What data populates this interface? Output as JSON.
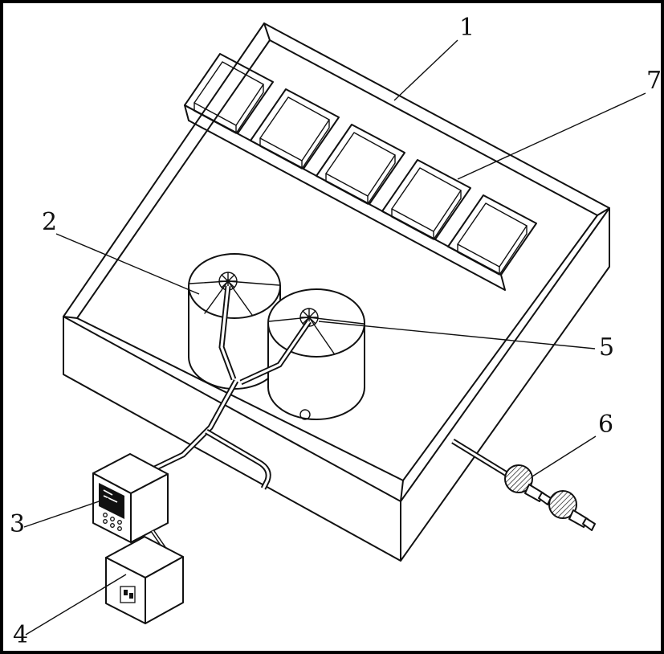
{
  "figure": {
    "callouts": {
      "c1": "1",
      "c2": "2",
      "c3": "3",
      "c4": "4",
      "c5": "5",
      "c6": "6",
      "c7": "7"
    }
  },
  "colors": {
    "background": "#ffffff",
    "line": "#111111",
    "frame": "#000000"
  }
}
